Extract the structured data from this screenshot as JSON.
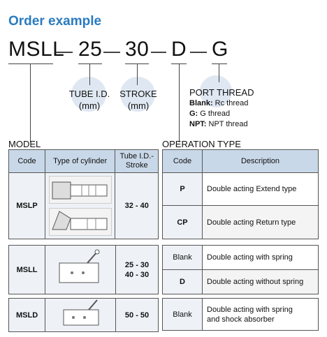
{
  "title": "Order example",
  "code": {
    "model": "MSLL",
    "tube": "25",
    "stroke": "30",
    "operation": "D",
    "port": "G"
  },
  "labels": {
    "tube": [
      "TUBE I.D.",
      "(mm)"
    ],
    "stroke": [
      "STROKE",
      "(mm)"
    ],
    "port_title": "PORT THREAD",
    "port_lines": [
      {
        "key": "Blank:",
        "text": " Rc thread"
      },
      {
        "key": "G:",
        "text": " G thread"
      },
      {
        "key": "NPT:",
        "text": " NPT thread"
      }
    ]
  },
  "model_section": {
    "title": "MODEL",
    "headers": [
      "Code",
      "Type of cylinder",
      "Tube I.D.-\nStroke"
    ],
    "rows": [
      {
        "code": "MSLP",
        "tube_stroke": "32 - 40"
      },
      {
        "code": "MSLL",
        "tube_stroke": "25 - 30\n40 - 30"
      },
      {
        "code": "MSLD",
        "tube_stroke": "50 - 50"
      }
    ]
  },
  "operation_section": {
    "title": "OPERATION TYPE",
    "headers": [
      "Code",
      "Description"
    ],
    "rows": [
      {
        "code": "P",
        "desc": "Double acting Extend type"
      },
      {
        "code": "CP",
        "desc": "Double acting Return type"
      },
      {
        "code": "Blank",
        "desc": "Double acting with spring"
      },
      {
        "code": "D",
        "desc": "Double acting without spring"
      },
      {
        "code": "Blank",
        "desc": "Double acting with spring\nand shock absorber"
      }
    ]
  }
}
